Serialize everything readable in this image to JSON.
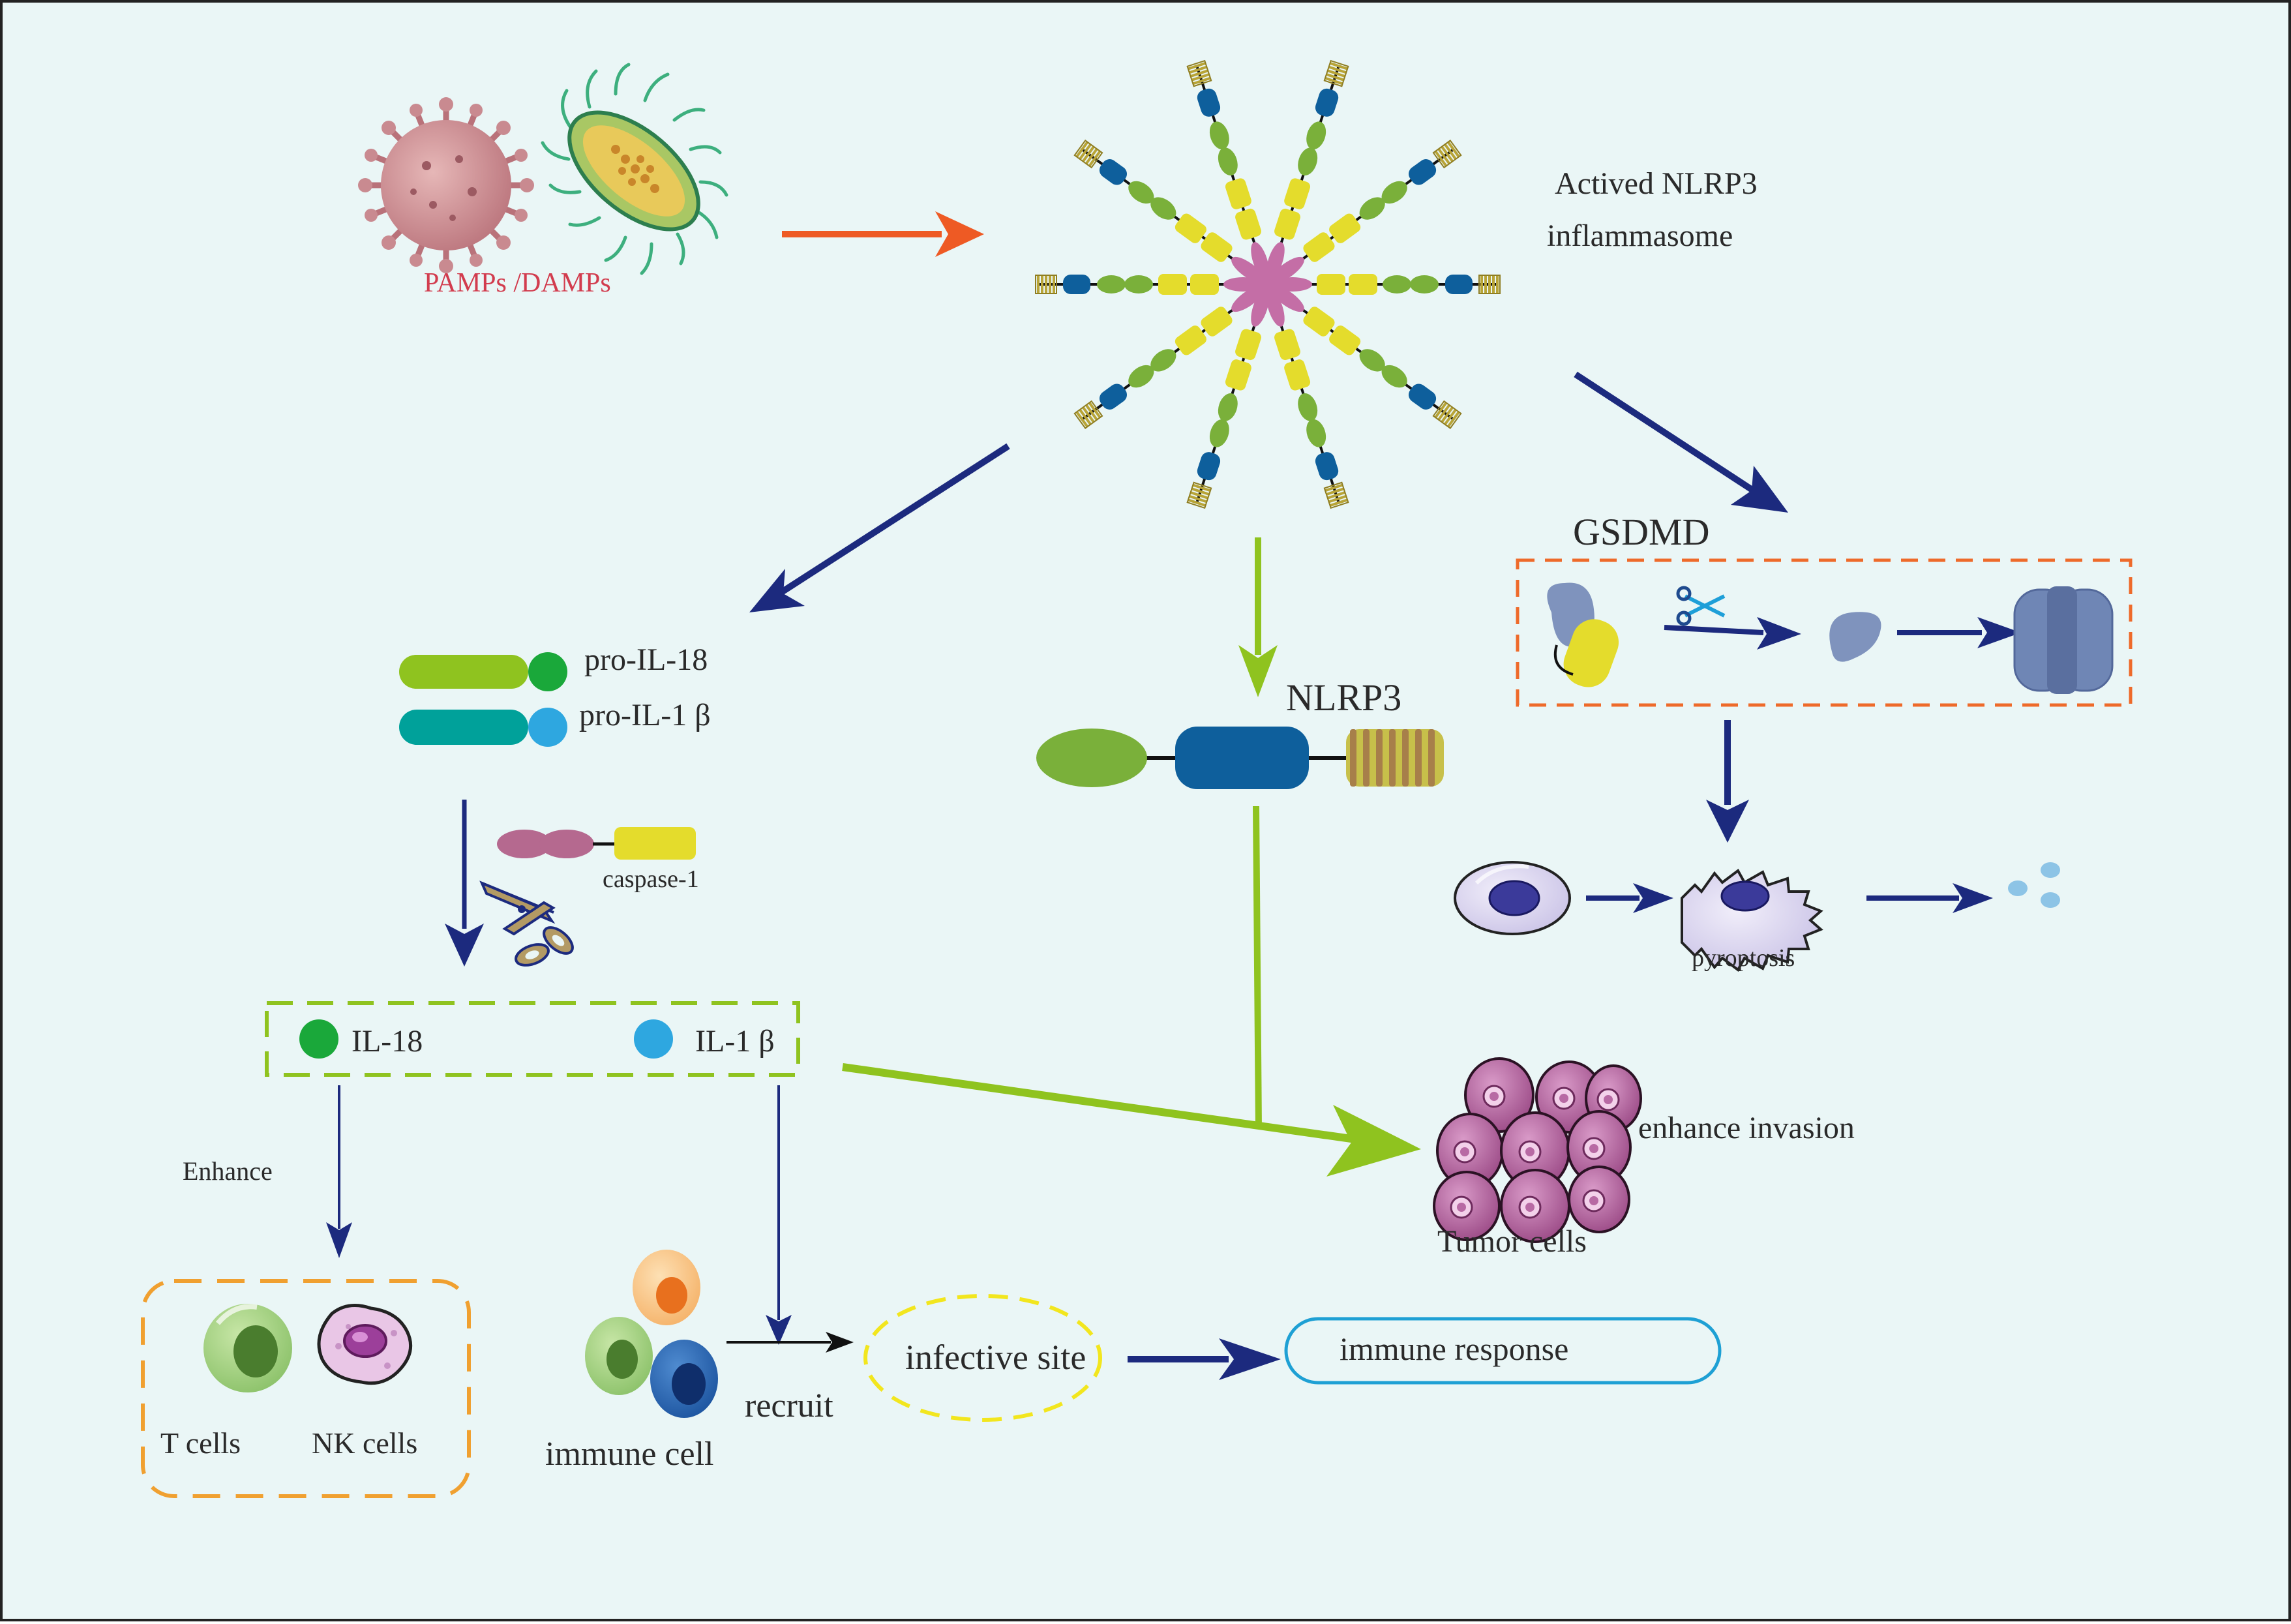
{
  "labels": {
    "pamps": "PAMPs /DAMPs",
    "activated_line1": "Actived NLRP3",
    "activated_line2": "inflammasome",
    "gsdmd": "GSDMD",
    "nlrp3": "NLRP3",
    "pro_il18": "pro-IL-18",
    "pro_il1b": "pro-IL-1 β",
    "caspase1": "caspase-1",
    "il18": "IL-18",
    "il1b": "IL-1 β",
    "pyroptosis": "pyroptosis",
    "enhance_invasion": "enhance invasion",
    "tumor_cells": "Tumor cells",
    "enhance": "Enhance",
    "t_cells": "T cells",
    "nk_cells": "NK cells",
    "immune_cell": "immune cell",
    "recruit": "recruit",
    "infective_site": "infective site",
    "immune_response": "immune response"
  },
  "colors": {
    "background": "#eaf6f6",
    "dark_blue_arrow": "#1c2a7e",
    "green_arrow": "#8fc31f",
    "orange_arrow": "#ee5a24",
    "pamps_text": "#d23c4e",
    "light_green": "#8fc31f",
    "dark_green_dot": "#1aa83a",
    "teal": "#00a19a",
    "sky_blue": "#2ea7e0",
    "nlrp3_blue": "#0e5f9c",
    "olive_green": "#7ab03a",
    "yellow": "#e4dc2c",
    "pink": "#c46ea6",
    "gsdmd_blue": "#7f93bd",
    "orange_dash": "#f0a030",
    "cyan_outline": "#1ea0d4"
  },
  "icons": [
    "virus-icon",
    "bacterium-icon",
    "inflammasome-icon",
    "scissors-icon",
    "cell-icon",
    "pyroptotic-cell-icon",
    "tumor-cell-icon",
    "t-cell-icon",
    "nk-cell-icon",
    "immune-cell-icon",
    "gsdmd-pore-icon"
  ]
}
